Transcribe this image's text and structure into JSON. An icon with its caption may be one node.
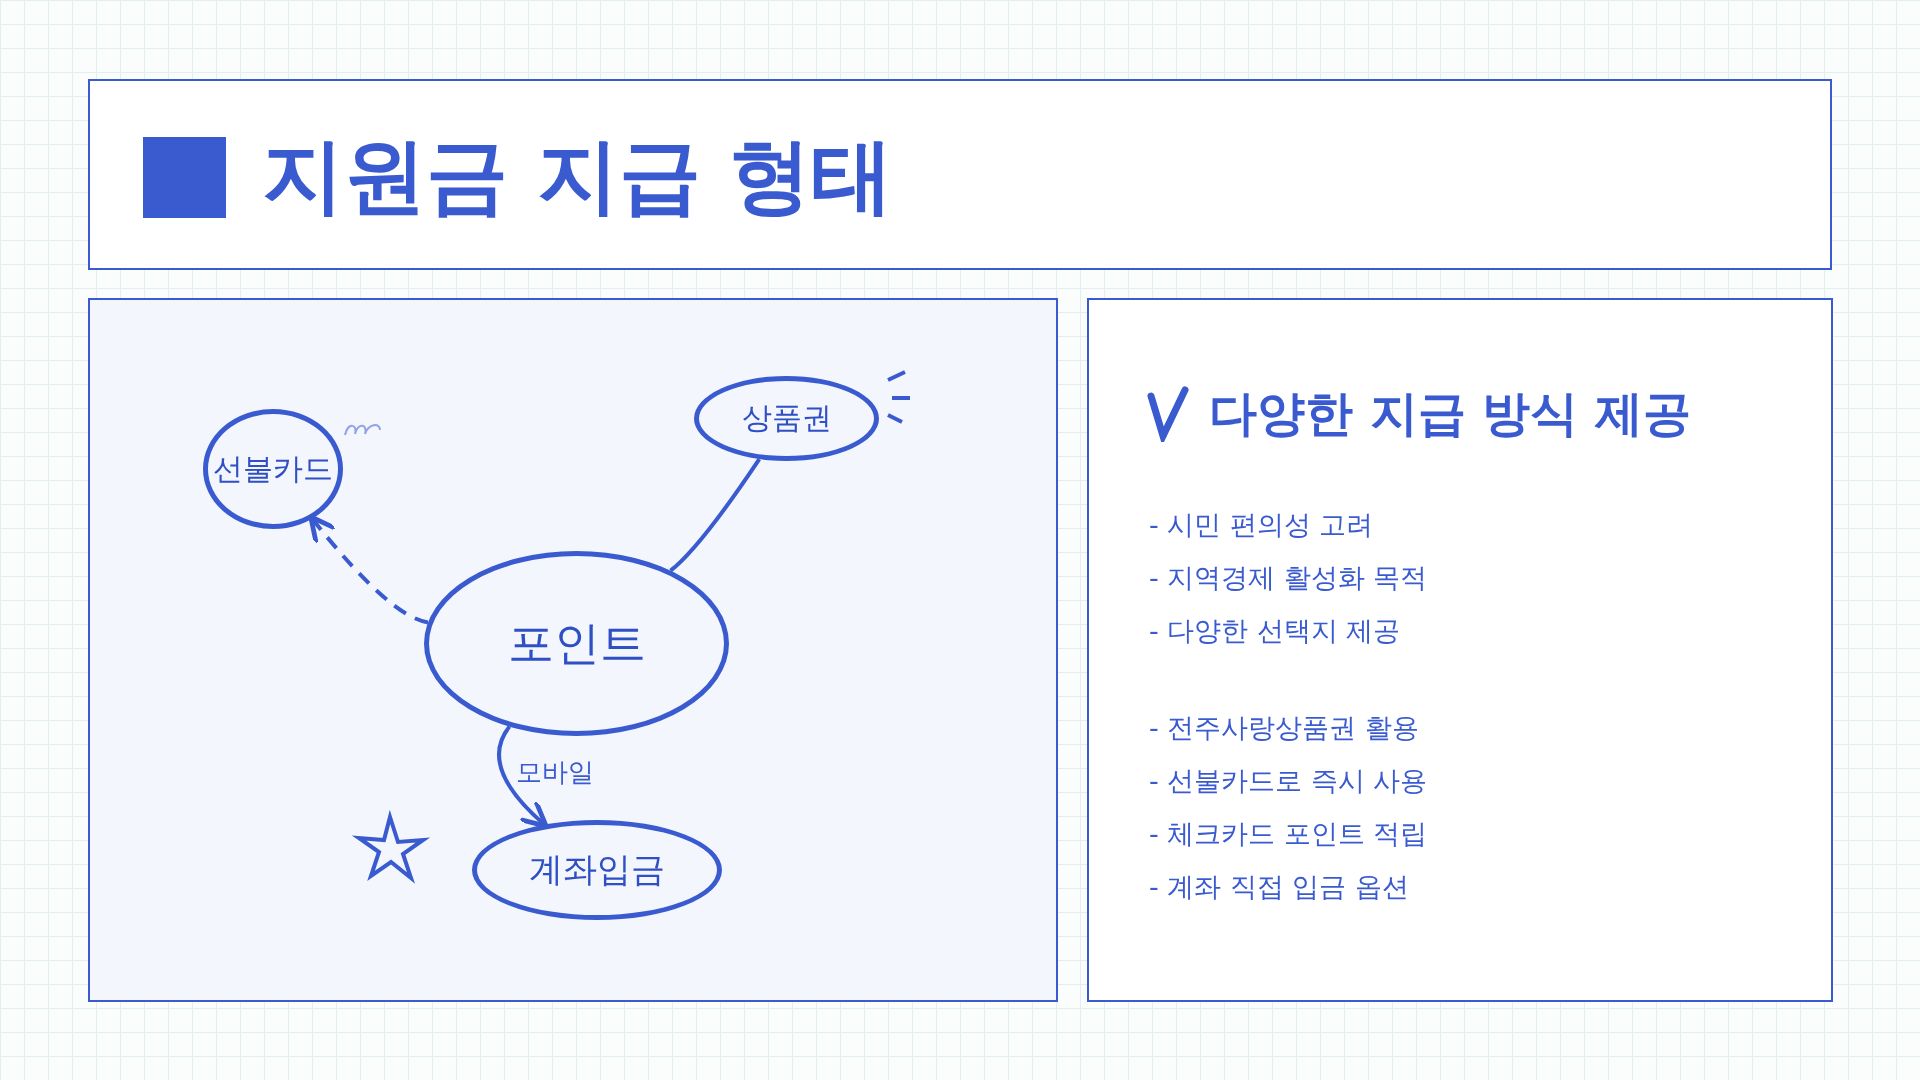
{
  "diagram": {
    "title": "지원금 지급 형태",
    "nodes": [
      {
        "text": [
          "선불카드"
        ]
      },
      {
        "text": [
          "상품권"
        ]
      },
      {
        "text": [
          "포인트"
        ]
      },
      {
        "text": [
          "계좌입금"
        ]
      }
    ],
    "edges": [
      {
        "from": 2,
        "to": 0,
        "arrow": "to",
        "style": "dashed"
      },
      {
        "from": 2,
        "to": 1,
        "arrow": "none"
      },
      {
        "from": 2,
        "to": 3,
        "arrow": "to",
        "label": "모바일"
      }
    ],
    "labels": [
      "다양한 지급 방식 제공",
      "- 시민 편의성 고려",
      "- 지역경제 활성화 목적",
      "- 다양한 선택지 제공",
      "- 전주사랑상품권 활용",
      "- 선불카드로 즉시 사용",
      "- 체크카드 포인트 적립",
      "- 계좌 직접 입금 옵션"
    ]
  }
}
